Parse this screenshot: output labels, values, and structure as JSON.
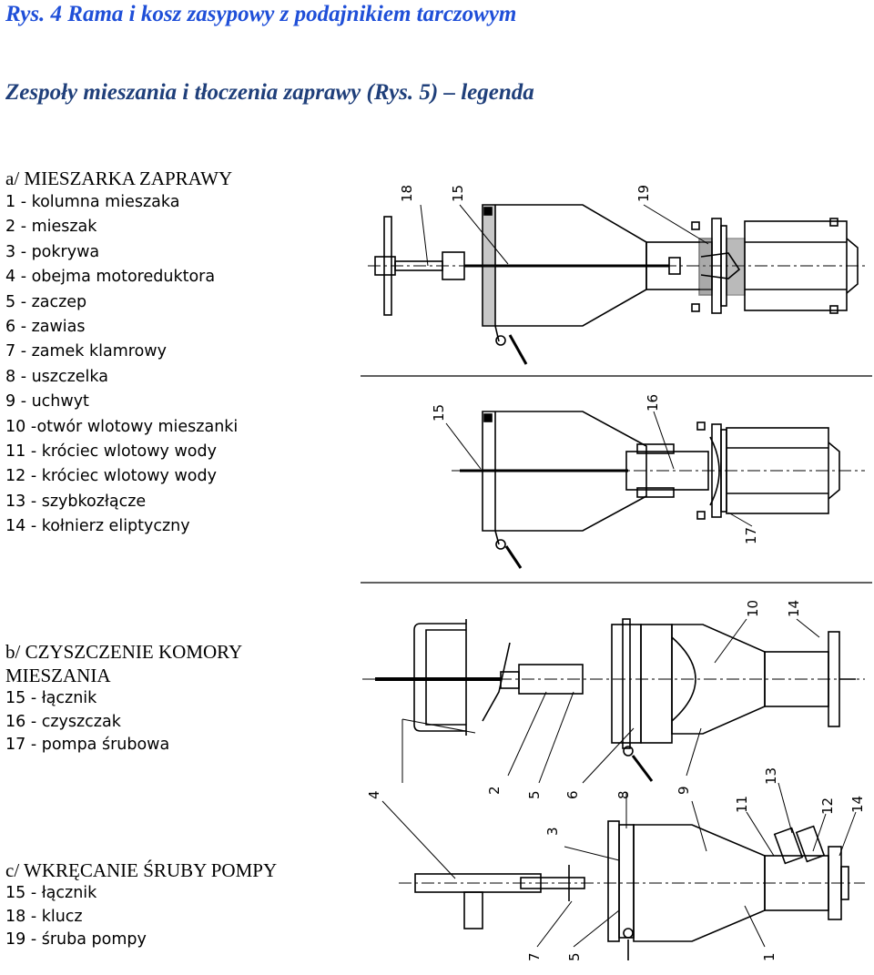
{
  "headings": {
    "fig4": "Rys. 4 Rama i kosz zasypowy z podajnikiem tarczowym",
    "fig5": "Zespoły mieszania i tłoczenia zaprawy (Rys. 5) – legenda"
  },
  "legend_a": {
    "title": "a/ MIESZARKA ZAPRAWY",
    "items": [
      "1 - kolumna mieszaka",
      "2 - mieszak",
      "3 - pokrywa",
      "4 - obejma motoreduktora",
      "5 - zaczep",
      "6 - zawias",
      "7 - zamek klamrowy",
      "8 - uszczelka",
      "9 - uchwyt",
      "10 -otwór wlotowy mieszanki",
      "11 - króciec wlotowy wody",
      "12 - króciec wlotowy wody",
      "13 - szybkozłącze",
      "14 - kołnierz eliptyczny"
    ]
  },
  "legend_b": {
    "title": "b/ CZYSZCZENIE KOMORY MIESZANIA",
    "items": [
      "15 - łącznik",
      "16 - czyszczak",
      "17 - pompa śrubowa"
    ]
  },
  "legend_c": {
    "title": "c/ WKRĘCANIE ŚRUBY POMPY",
    "items": [
      "15 - łącznik",
      "18 - klucz",
      "19 - śruba pompy"
    ]
  },
  "callouts": {
    "c18": "18",
    "c15a": "15",
    "c19": "19",
    "c15b": "15",
    "c16": "16",
    "c17": "17",
    "c10": "10",
    "c14a": "14",
    "c4": "4",
    "c2": "2",
    "c5a": "5",
    "c6": "6",
    "c8": "8",
    "c9": "9",
    "c13": "13",
    "c11": "11",
    "c12": "12",
    "c14b": "14",
    "c3": "3",
    "c7": "7",
    "c5b": "5",
    "c1": "1"
  }
}
